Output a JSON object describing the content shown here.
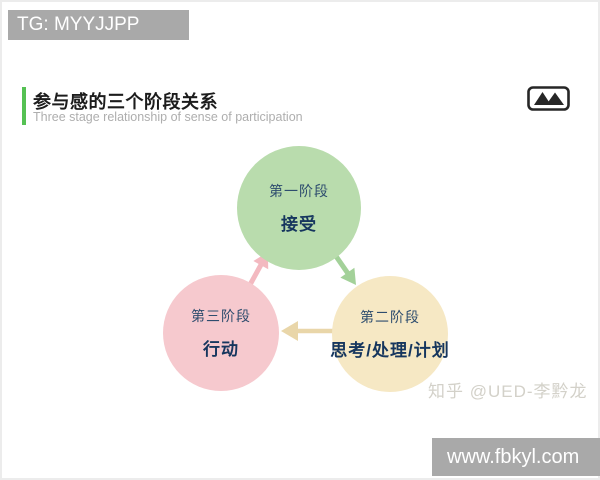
{
  "watermarks": {
    "top_left": "TG: MYYJJPP",
    "zhihu": "知乎 @UED-李黔龙",
    "bottom_right": "www.fbkyl.com"
  },
  "header": {
    "title": "参与感的三个阶段关系",
    "subtitle": "Three stage relationship of sense of participation"
  },
  "diagram": {
    "type": "cycle",
    "stages": [
      {
        "label": "第一阶段",
        "value": "接受",
        "color": "#b9dcad",
        "position": "top"
      },
      {
        "label": "第二阶段",
        "value": "思考/处理/计划",
        "color": "#f6e8c4",
        "position": "bottom-right"
      },
      {
        "label": "第三阶段",
        "value": "行动",
        "color": "#f6c9ce",
        "position": "bottom-left"
      }
    ],
    "arrows": [
      {
        "from": "第一阶段",
        "to": "第二阶段",
        "color": "#a3d199"
      },
      {
        "from": "第二阶段",
        "to": "第三阶段",
        "color": "#e9d6a9"
      },
      {
        "from": "第三阶段",
        "to": "第一阶段",
        "color": "#f3b9c0"
      }
    ],
    "text_color": "#16365e"
  },
  "colors": {
    "banner_background": "#a9a9a9",
    "banner_text": "#ffffff",
    "accent_green": "#55c153",
    "title_black": "#1c1c1c",
    "subtitle_gray": "#aeaeae",
    "zhihu_watermark_gray": "#d3d1c9",
    "logo_dark": "#262626"
  }
}
